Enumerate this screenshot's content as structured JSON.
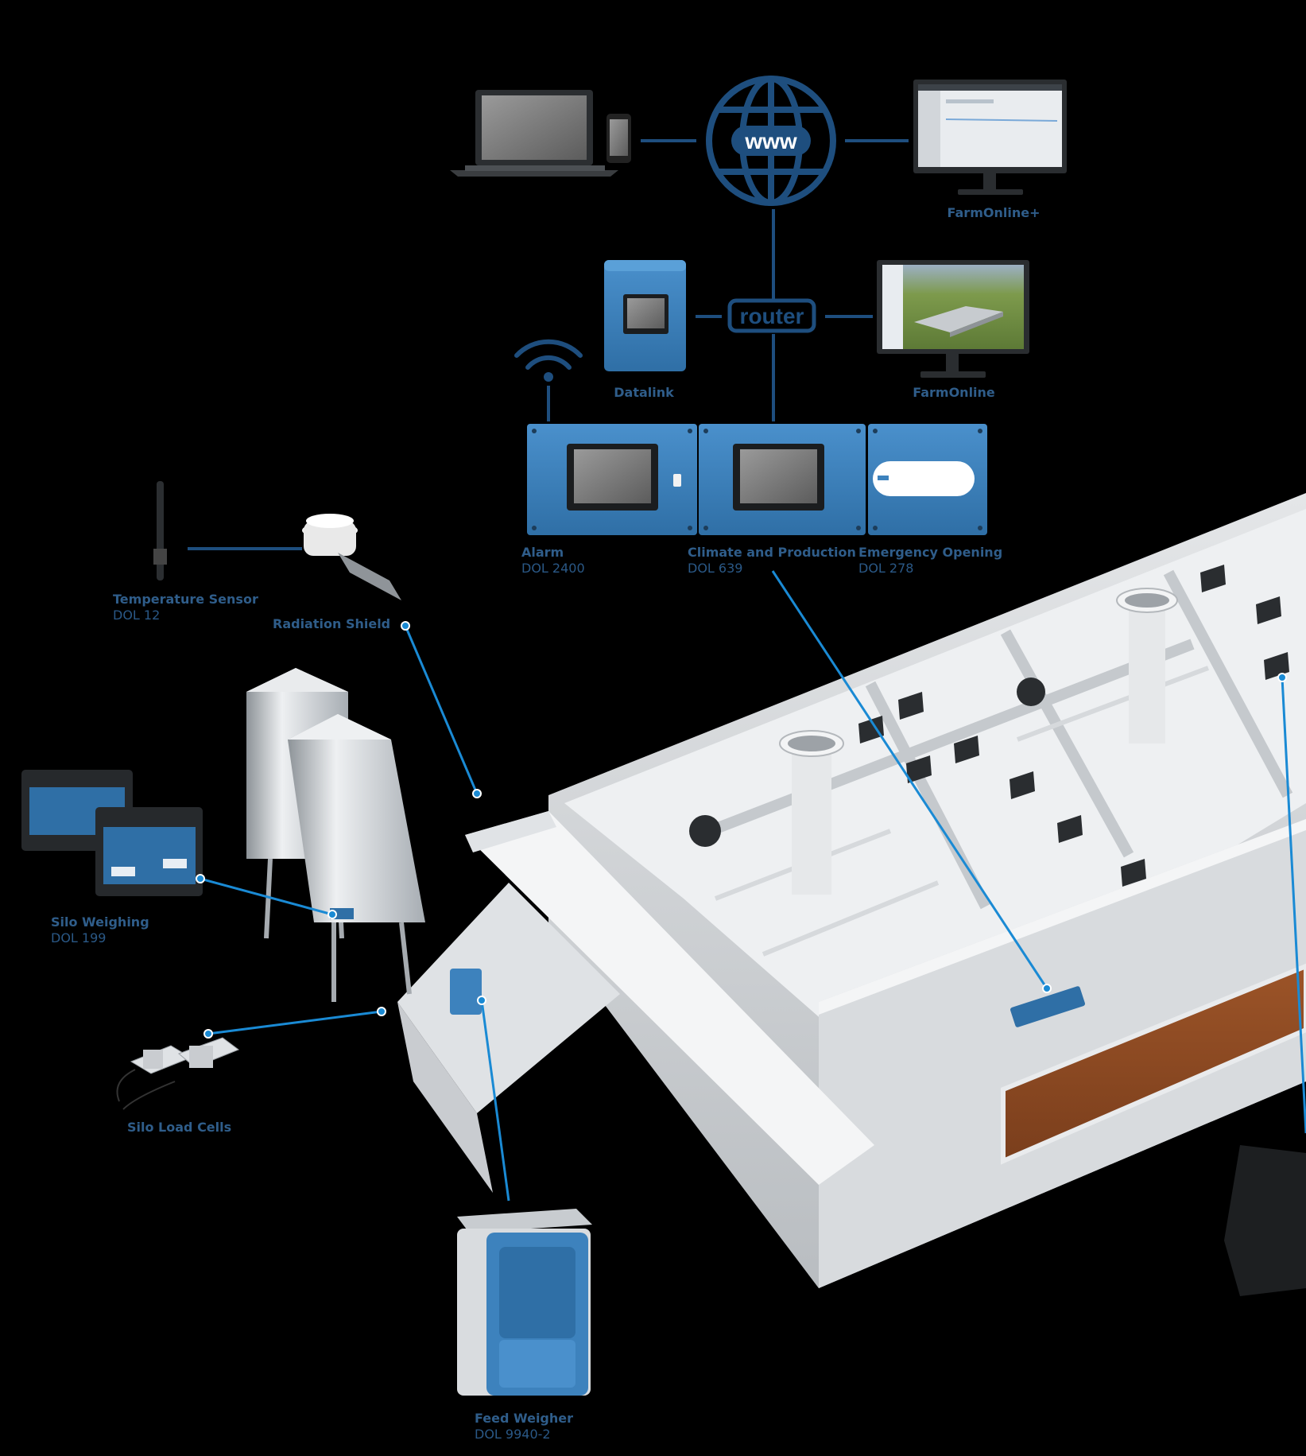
{
  "diagram": {
    "www_label": "www",
    "router_label": "router",
    "colors": {
      "background": "#000000",
      "accent_blue": "#1e4e7e",
      "connector_blue": "#1a8ad4",
      "label_blue": "#2f5d8a",
      "device_blue": "#3d82bd",
      "building_grey": "#d4d7da",
      "cooling_pad": "#8a4a22"
    },
    "devices": {
      "farmonline_plus": {
        "title": "FarmOnline+"
      },
      "datalink": {
        "title": "Datalink"
      },
      "farmonline": {
        "title": "FarmOnline"
      },
      "alarm": {
        "title": "Alarm",
        "model": "DOL 2400"
      },
      "climate": {
        "title": "Climate and Production",
        "model": "DOL 639"
      },
      "emergency": {
        "title": "Emergency Opening",
        "model": "DOL 278"
      },
      "temp_sensor": {
        "title": "Temperature Sensor",
        "model": "DOL 12"
      },
      "radiation_shield": {
        "title": "Radiation Shield"
      },
      "silo_weighing": {
        "title": "Silo Weighing",
        "model": "DOL 199"
      },
      "silo_load_cells": {
        "title": "Silo Load Cells"
      },
      "feed_weigher": {
        "title": "Feed Weigher",
        "model": "DOL 9940-2"
      }
    }
  }
}
